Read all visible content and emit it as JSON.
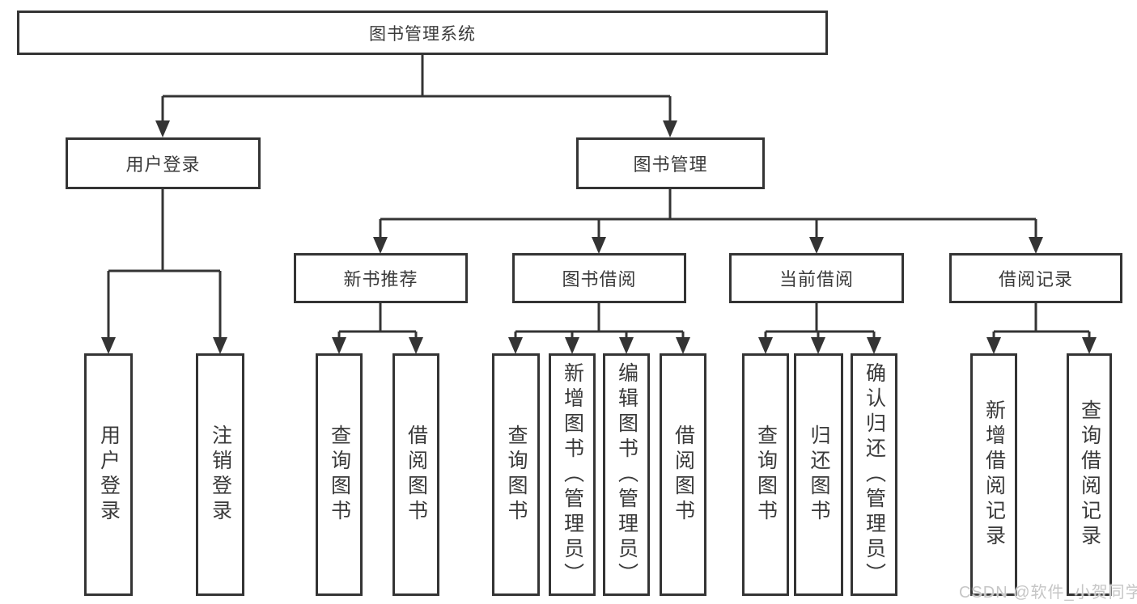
{
  "page": {
    "background_color": "#ffffff",
    "line_color": "#343434",
    "node_border_color": "#343434",
    "text_color": "#3a3a3a",
    "watermark_color": "#c6c6c6",
    "watermark": "CSDN @软件_小贺同学"
  },
  "tree": {
    "root": {
      "label": "图书管理系统"
    },
    "level2": [
      {
        "label": "用户登录"
      },
      {
        "label": "图书管理"
      }
    ],
    "level3": [
      {
        "label": "新书推荐",
        "parent": "图书管理"
      },
      {
        "label": "图书借阅",
        "parent": "图书管理"
      },
      {
        "label": "当前借阅",
        "parent": "图书管理"
      },
      {
        "label": "借阅记录",
        "parent": "图书管理"
      }
    ],
    "leaves": [
      {
        "label": "用户登录",
        "parent": "用户登录"
      },
      {
        "label": "注销登录",
        "parent": "用户登录"
      },
      {
        "label": "查询图书",
        "parent": "新书推荐"
      },
      {
        "label": "借阅图书",
        "parent": "新书推荐"
      },
      {
        "label": "查询图书",
        "parent": "图书借阅"
      },
      {
        "label": "新增图书（管理员）",
        "parent": "图书借阅"
      },
      {
        "label": "编辑图书（管理员）",
        "parent": "图书借阅"
      },
      {
        "label": "借阅图书",
        "parent": "图书借阅"
      },
      {
        "label": "查询图书",
        "parent": "当前借阅"
      },
      {
        "label": "归还图书",
        "parent": "当前借阅"
      },
      {
        "label": "确认归还（管理员）",
        "parent": "当前借阅"
      },
      {
        "label": "新增借阅记录",
        "parent": "借阅记录"
      },
      {
        "label": "查询借阅记录",
        "parent": "借阅记录"
      }
    ]
  }
}
